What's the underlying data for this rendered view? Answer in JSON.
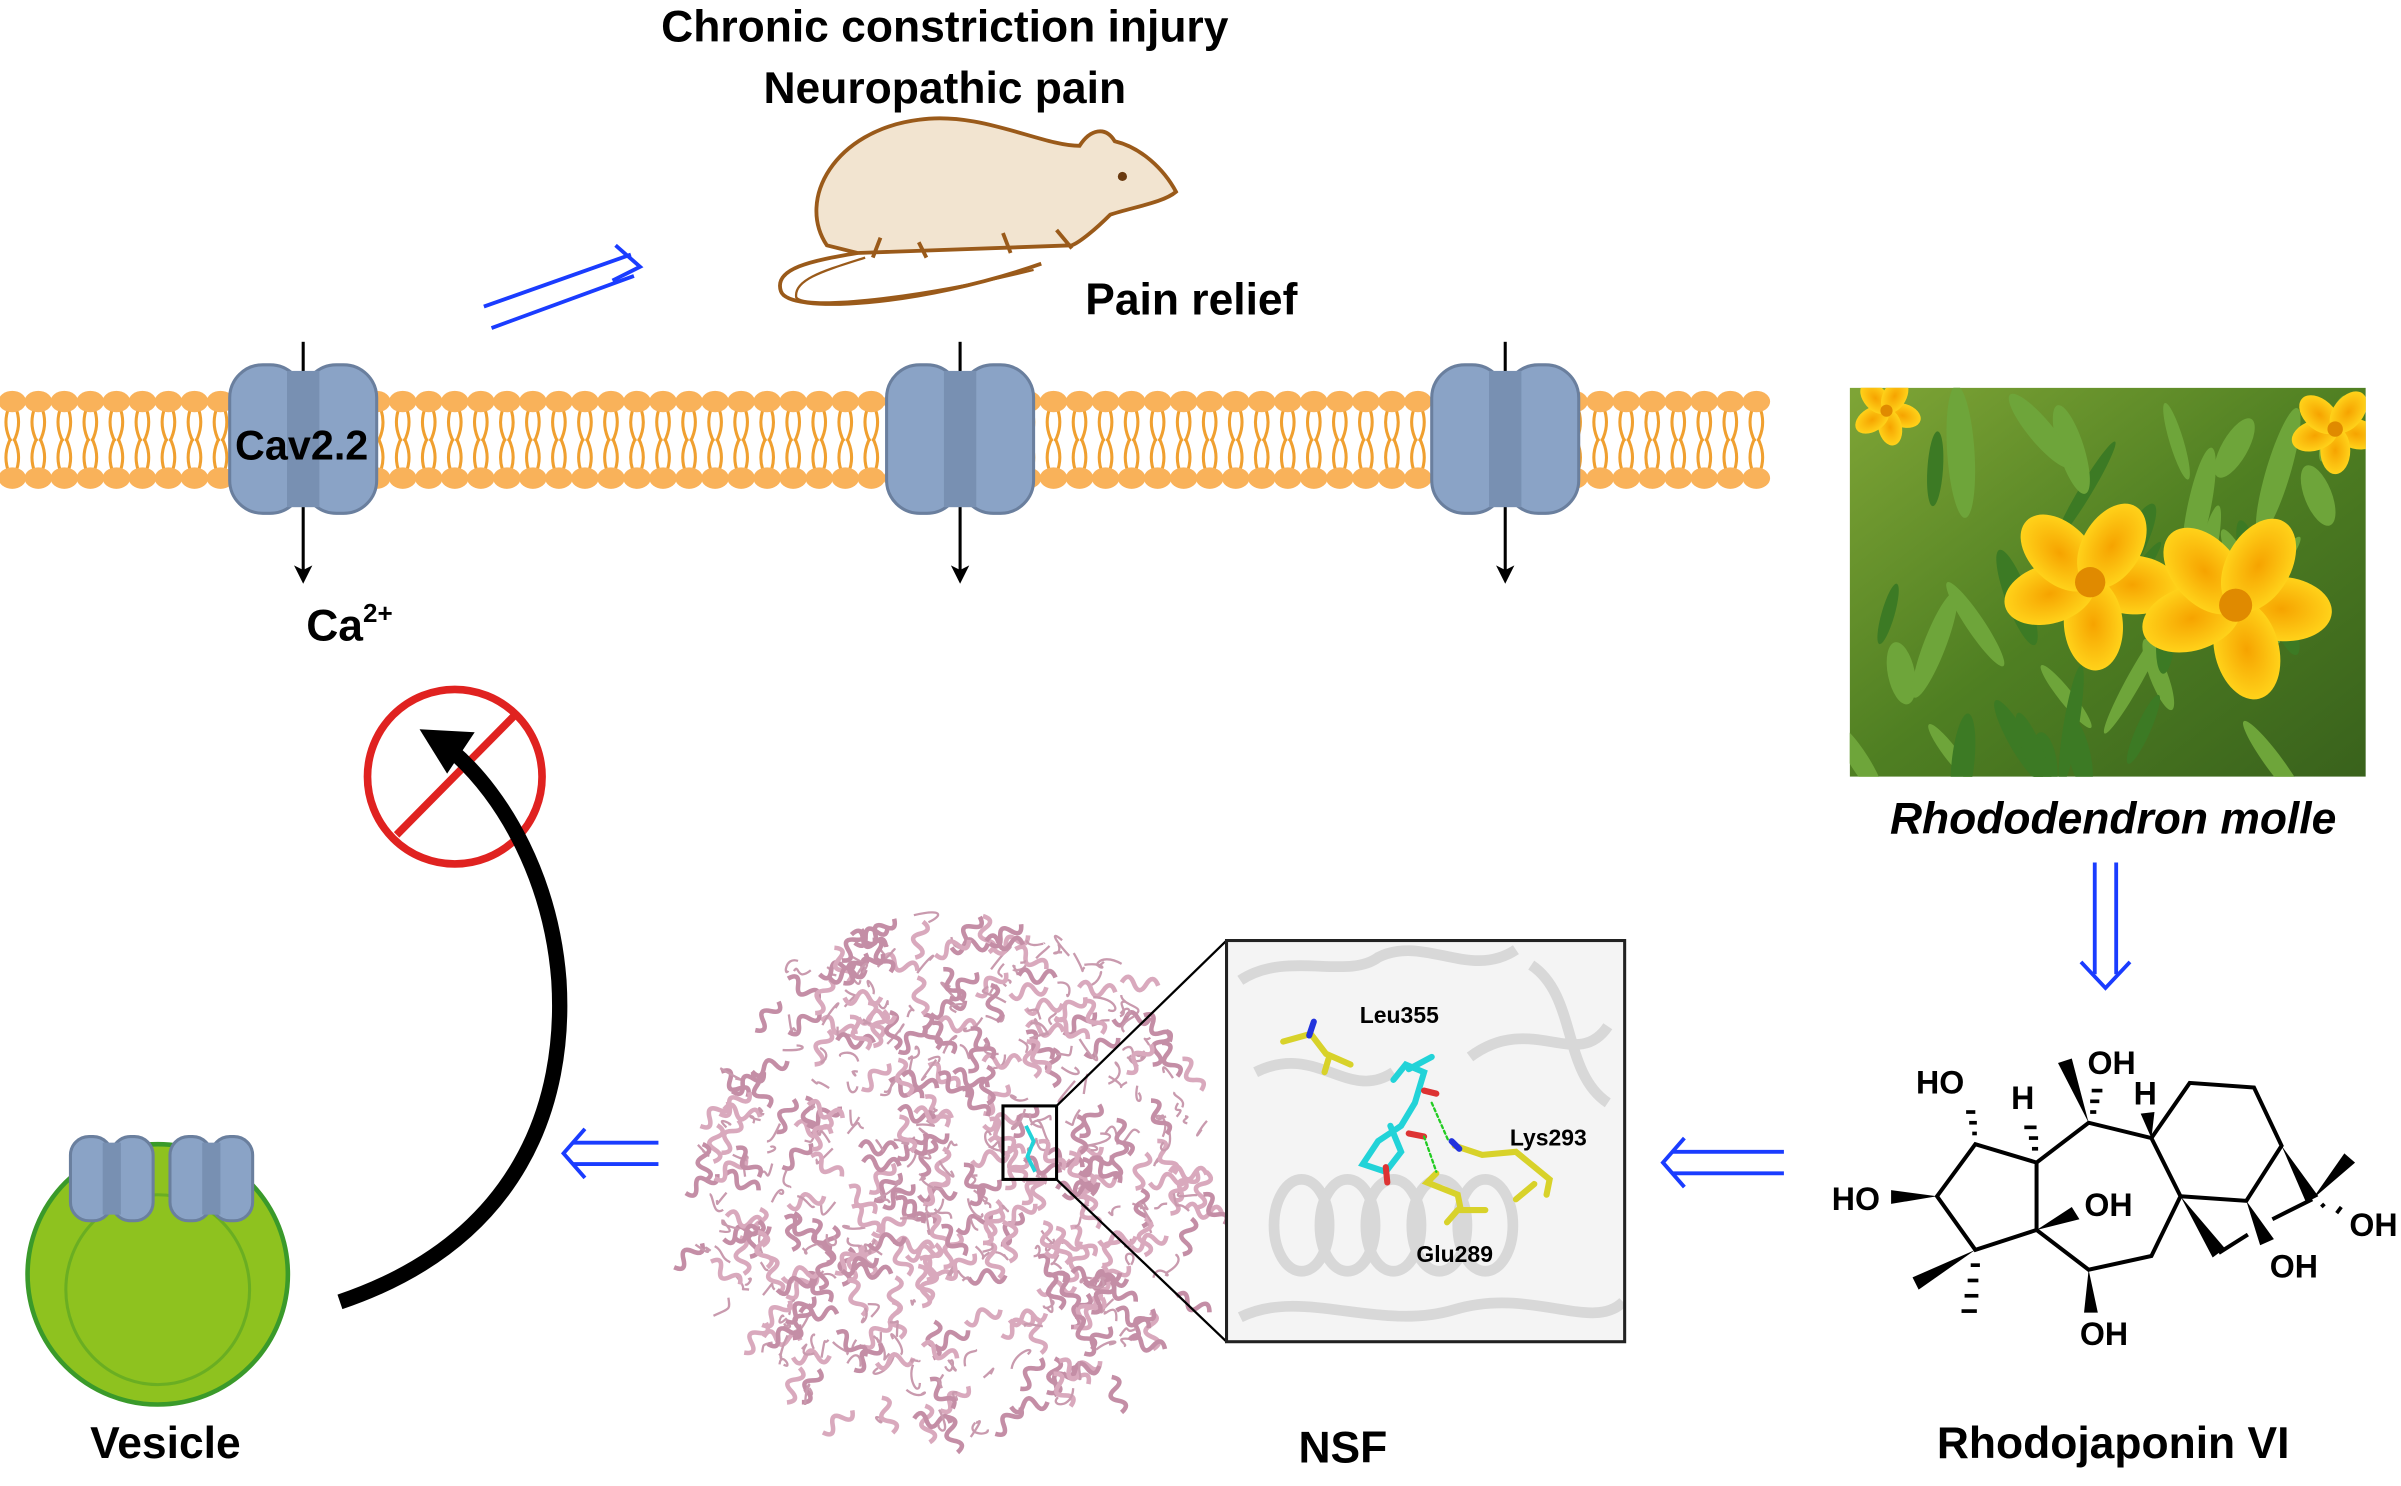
{
  "title": {
    "line1": "Chronic constriction injury",
    "line2": "Neuropathic pain"
  },
  "effect_label": "Pain relief",
  "channel_label": "Cav2.2",
  "ion_label": {
    "base": "Ca",
    "charge": "2+"
  },
  "vesicle_label": "Vesicle",
  "protein_label": "NSF",
  "inset_residues": [
    "Leu355",
    "Lys293",
    "Glu289"
  ],
  "plant_label": "Rhododendron molle",
  "compound_label": "Rhodojaponin VI",
  "compound_atoms": {
    "ho_top": "HO",
    "ho_left": "HO",
    "h1": "H",
    "h2": "H",
    "oh_top": "OH",
    "oh_mid": "OH",
    "oh_bottom": "OH",
    "oh_right1": "OH",
    "oh_right2": "OH"
  },
  "colors": {
    "arrow_blue": "#1a3cff",
    "membrane_orange": "#f9b25a",
    "channel_blue": "#8aa3c6",
    "vesicle_green": "#8ec21f",
    "inhibit_red": "#e02220",
    "protein_pink": "#d9a9bd",
    "ligand_cyan": "#22d3d8",
    "residue_yellow": "#d8d22a"
  },
  "icons": [
    "mouse-illustration",
    "ion-channel",
    "prohibition-sign",
    "curved-arrow",
    "double-arrow",
    "plant-photo"
  ]
}
